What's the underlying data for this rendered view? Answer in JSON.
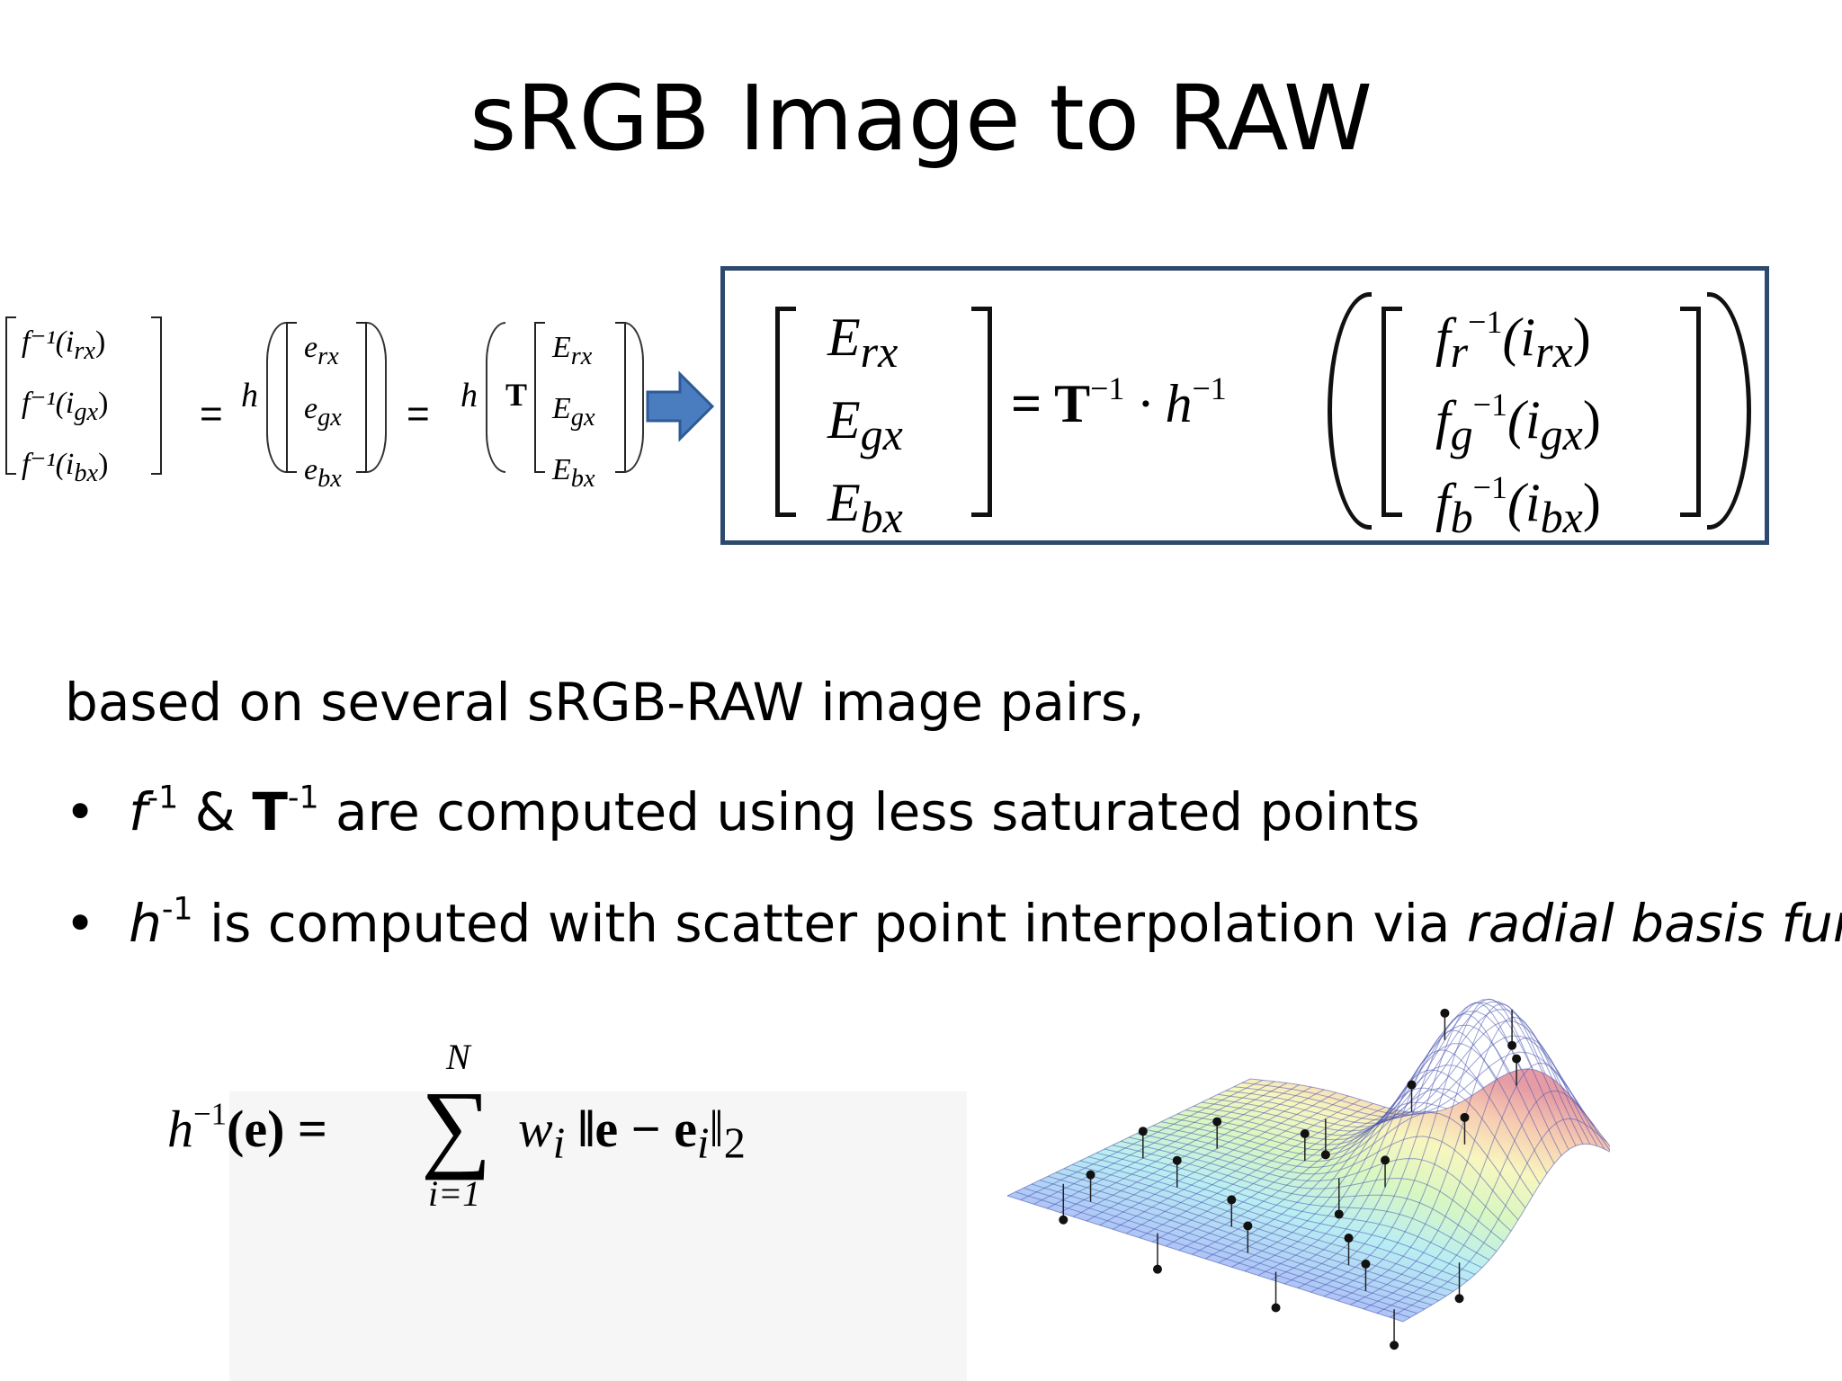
{
  "slide": {
    "title": "sRGB Image to RAW"
  },
  "left_equation": {
    "col1": [
      "f⁻¹(i",
      "f⁻¹(i",
      "f⁻¹(i"
    ],
    "col1_sub": [
      "rx",
      "gx",
      "bx"
    ],
    "equals": "=",
    "h": "h",
    "col2": [
      "e",
      "e",
      "e"
    ],
    "col2_sub": [
      "rx",
      "gx",
      "bx"
    ],
    "T": "T",
    "col3": [
      "E",
      "E",
      "E"
    ],
    "col3_sub": [
      "rx",
      "gx",
      "bx"
    ]
  },
  "boxed_equation": {
    "lhs": [
      "E",
      "E",
      "E"
    ],
    "lhs_sub": [
      "rx",
      "gx",
      "bx"
    ],
    "middle_T": "= T",
    "middle_T_sup": "−1",
    "middle_h": "· h",
    "middle_h_sup": "−1",
    "rhs_f": [
      "f",
      "f",
      "f"
    ],
    "rhs_f_sub": [
      "r",
      "g",
      "b"
    ],
    "rhs_f_sup": [
      "−1",
      "−1",
      "−1"
    ],
    "rhs_i": [
      "(i",
      "(i",
      "(i"
    ],
    "rhs_i_sub": [
      "rx",
      "gx",
      "bx"
    ],
    "rhs_close": [
      ")",
      ")",
      ")"
    ]
  },
  "body": {
    "intro": "based on several sRGB-RAW image pairs,",
    "bullets": [
      {
        "marker": "•",
        "f": "f",
        "f_sup": "-1",
        "amp": " & ",
        "T": "T",
        "T_sup": "-1",
        "rest": " are computed using less saturated points"
      },
      {
        "marker": "•",
        "h": "h",
        "h_sup": "-1",
        "rest": " is computed with scatter point interpolation via ",
        "emph": "radial basis func",
        "end": "."
      }
    ]
  },
  "formula": {
    "lhs": "h",
    "lhs_sup": "−1",
    "lhs_arg": "(e) =",
    "sum": "∑",
    "upper": "N",
    "lower": "i=1",
    "w": "w",
    "w_sub": "i",
    "norm": "‖e − e",
    "norm_sub": "i",
    "norm_close": "‖",
    "norm_p": "2"
  },
  "icons": {
    "arrow": "right-arrow-icon"
  },
  "colors": {
    "box_border": "#2d4a6e",
    "arrow_fill": "#4a7cc0",
    "arrow_stroke": "#2e5a96"
  }
}
